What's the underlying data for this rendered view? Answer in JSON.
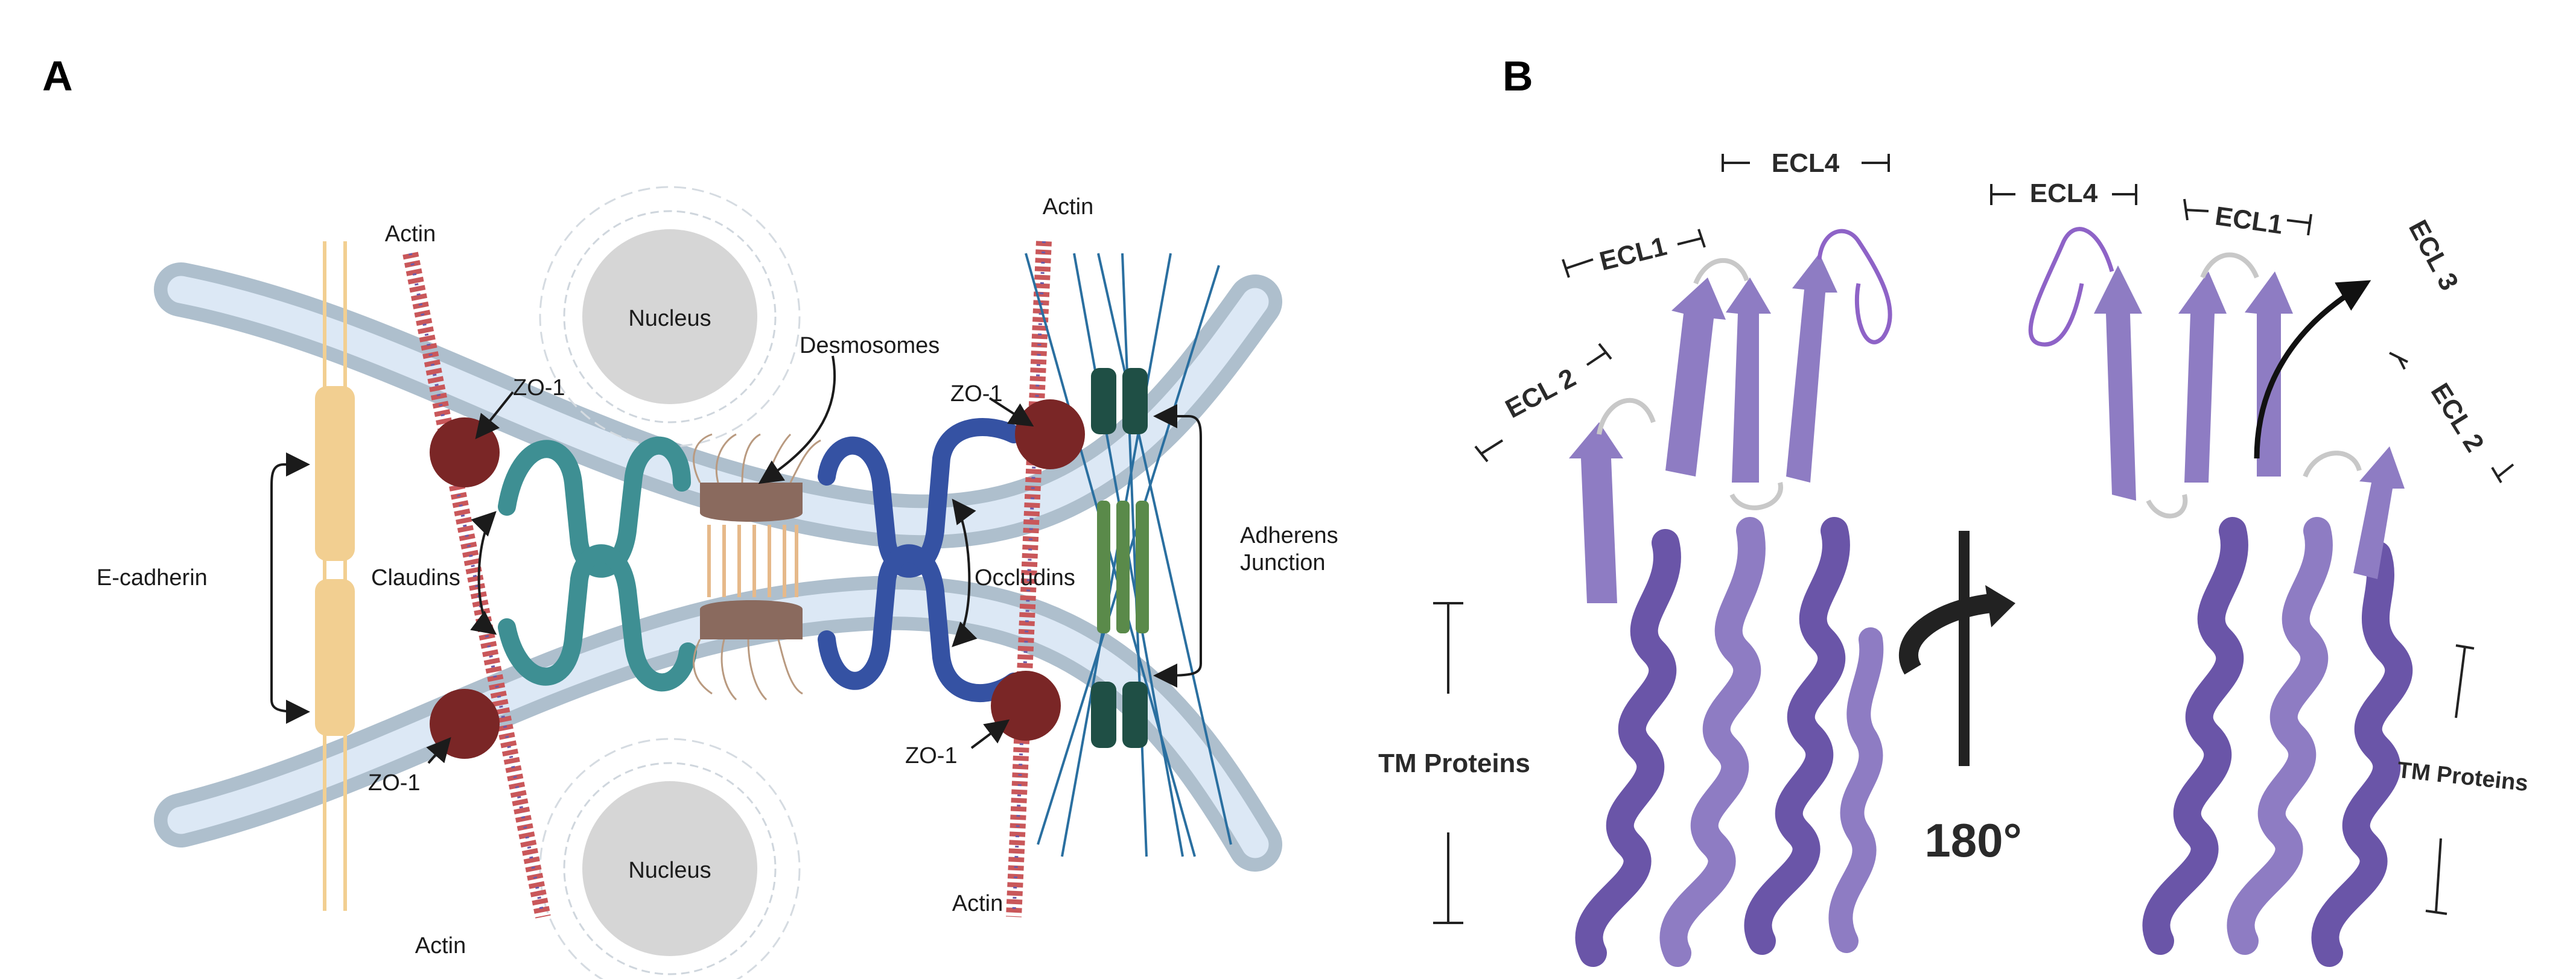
{
  "panels": {
    "a": "A",
    "b": "B"
  },
  "panel_a": {
    "nucleus_top": "Nucleus",
    "nucleus_bottom": "Nucleus",
    "actin_tl": "Actin",
    "actin_bl": "Actin",
    "actin_tr": "Actin",
    "actin_br": "Actin",
    "zo1_tl": "ZO-1",
    "zo1_bl": "ZO-1",
    "zo1_tr": "ZO-1",
    "zo1_br": "ZO-1",
    "e_cadherin": "E-cadherin",
    "claudins": "Claudins",
    "desmosomes": "Desmosomes",
    "occludins": "Occludins",
    "adherens_1": "Adherens",
    "adherens_2": "Junction"
  },
  "panel_b": {
    "left": {
      "ecl4": "ECL4",
      "ecl1": "ECL1",
      "ecl2": "ECL 2",
      "tm": "TM Proteins"
    },
    "right": {
      "ecl4": "ECL4",
      "ecl1": "ECL1",
      "ecl3": "ECL 3",
      "ecl2": "ECL 2",
      "tm": "TM Proteins"
    },
    "rotation": "180°"
  },
  "colors": {
    "membrane": "#aebfcd",
    "membrane_inner": "#dce8f5",
    "zo1": "#7a2626",
    "claudin": "#3e8f93",
    "occludin": "#3552a3",
    "cadherin": "#f2cf91",
    "desmosome": "#8a6a5e",
    "adherens": "#1f4f45",
    "nucleus": "#d6d6d6",
    "protein": "#6a55a8",
    "protein_light": "#8e7cc3"
  }
}
